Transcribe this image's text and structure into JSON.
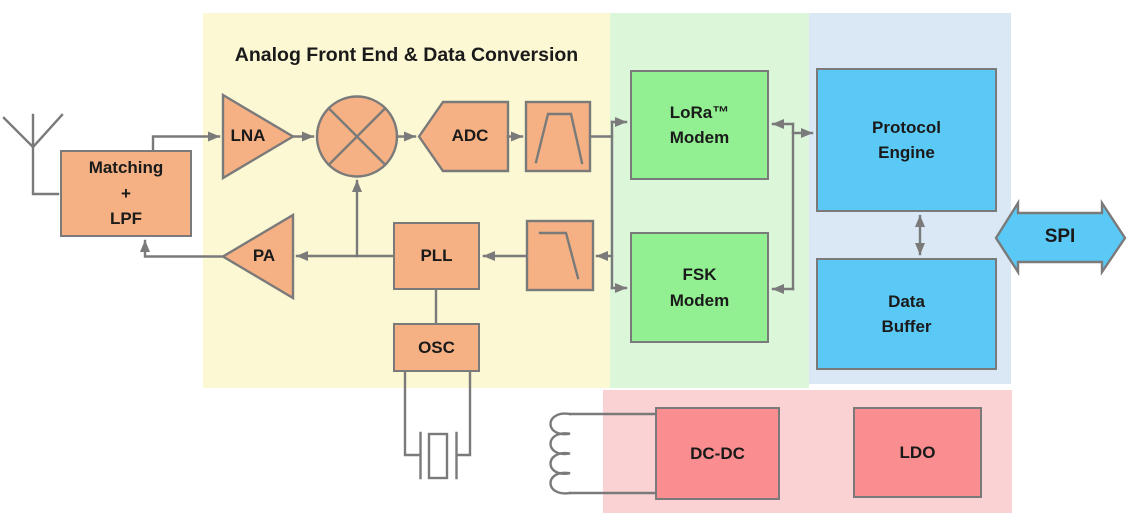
{
  "title": "Analog Front End & Data Conversion",
  "colors": {
    "region_analog": "#FCF8D3",
    "region_modem": "#DCF6DA",
    "region_digital": "#D9E8F4",
    "region_power": "#FBD2D3",
    "block_orange": "#F5B183",
    "block_green": "#92F092",
    "block_blue": "#5BC9F6",
    "block_red": "#F98D8F",
    "crystal_fill": "#FFFFFF",
    "line": "#7A7A7A",
    "text": "#1A1A1A"
  },
  "blocks": {
    "matching": {
      "label": "Matching\n+\nLPF"
    },
    "lna": {
      "label": "LNA"
    },
    "adc": {
      "label": "ADC"
    },
    "pa": {
      "label": "PA"
    },
    "pll": {
      "label": "PLL"
    },
    "osc": {
      "label": "OSC"
    },
    "lora_modem": {
      "label": "LoRa™\nModem"
    },
    "fsk_modem": {
      "label": "FSK\nModem"
    },
    "protocol_engine": {
      "label": "Protocol\nEngine"
    },
    "data_buffer": {
      "label": "Data\nBuffer"
    },
    "dcdc": {
      "label": "DC-DC"
    },
    "ldo": {
      "label": "LDO"
    }
  },
  "bus": {
    "spi": {
      "label": "SPI"
    }
  }
}
